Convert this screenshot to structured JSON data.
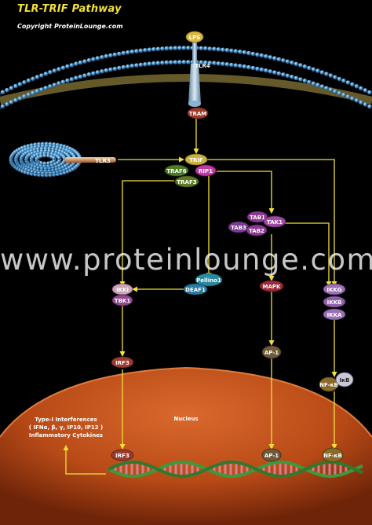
{
  "title": "TLR-TRIF Pathway",
  "copyright": "Copyright ProteinLounge.com",
  "watermark": "www.proteinlounge.com",
  "compartments": {
    "nucleus": "Nucleus"
  },
  "nodes": {
    "lps": "LPS",
    "tlr4": "TLR4",
    "tram": "TRAM",
    "tlr3": "TLR3",
    "trif": "TRIF",
    "traf6": "TRAF6",
    "rip1": "RIP1",
    "traf3": "TRAF3",
    "tab1": "TAB1",
    "tak1": "TAK1",
    "tab3": "TAB3",
    "tab2": "TAB2",
    "pellino1": "Pellino1",
    "deaf1": "DEAF1",
    "ikki": "IKKi",
    "tbk1": "TBK1",
    "mapk": "MAPK",
    "ikkg": "IKKG",
    "ikkb": "IKKB",
    "ikka": "IKKA",
    "irf3_cyto": "IRF3",
    "ap1_cyto": "AP-1",
    "nfkb_cyto": "NF-κB",
    "ikb": "IκB",
    "irf3_nuc": "IRF3",
    "ap1_nuc": "AP-1",
    "nfkb_nuc": "NF-κB"
  },
  "outputs": {
    "line1": "Type-I Interferences",
    "line2": "( IFNα, β, γ, IP10, IP12 )",
    "line3": "Inflammatory Cytokines"
  },
  "colors": {
    "arrow": "#f2e23a",
    "nucleus": "#c0501d",
    "membrane": "#4f9bcf",
    "title": "#f3e03a"
  }
}
